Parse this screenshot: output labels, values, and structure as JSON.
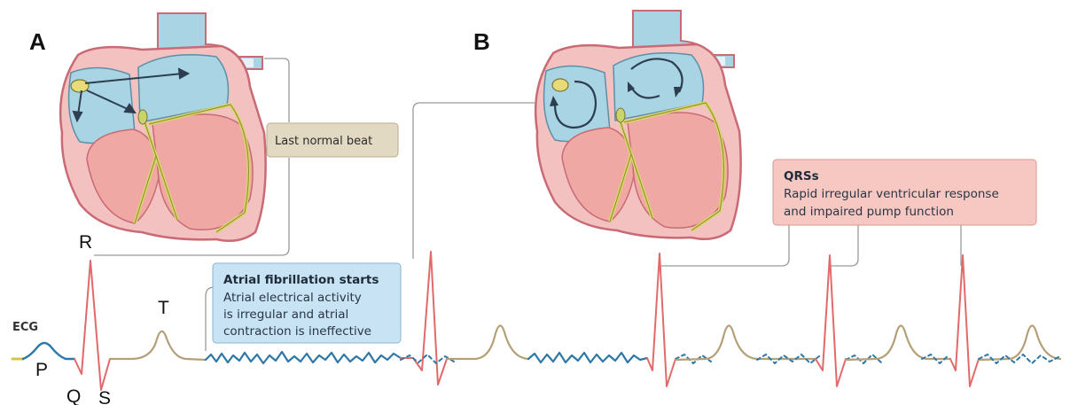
{
  "panels": {
    "a_label": "A",
    "b_label": "B"
  },
  "ecg": {
    "label": "ECG",
    "wave_labels": {
      "p": "P",
      "q": "Q",
      "r": "R",
      "s": "S",
      "t": "T"
    }
  },
  "callouts": {
    "last_normal_beat": "Last normal beat",
    "af_title": "Atrial fibrillation starts",
    "af_line1": "Atrial electrical activity",
    "af_line2": "is irregular and atrial",
    "af_line3": "contraction is ineffective",
    "qrs_title": "QRSs",
    "qrs_line1": "Rapid irregular ventricular response",
    "qrs_line2": "and impaired pump function"
  },
  "colors": {
    "atrium_blue": "#a9d4e3",
    "ventricle_pink": "#f0a8a4",
    "tissue_pink": "#f3c2c0",
    "conduction": "#d8d56c",
    "ecg_red": "#e2696a",
    "ecg_blue": "#2e78a8",
    "ecg_tan": "#b4a078",
    "beat_box": "#e2d9c3",
    "af_box": "#c7e3f4",
    "qrs_box": "#f7c7c2"
  },
  "icons": [
    "heart-normal-icon",
    "heart-fibrillation-icon",
    "conduction-arrow-icon",
    "circular-arrow-icon"
  ]
}
